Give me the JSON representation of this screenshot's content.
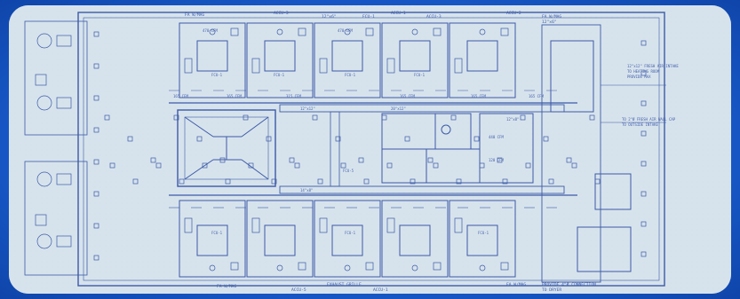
{
  "colors": {
    "background": "#1a5fc9",
    "paper": "#d7e3ec",
    "ink": "#3c5aa8",
    "ink_dark": "#2d3f86"
  },
  "labels": {
    "top": [
      "FA W/MAG",
      "ACCU-3",
      "12\"x6\"",
      "FCU-1",
      "ACCU-1",
      "ACCU-2",
      "FA W/MAG",
      "12\"x6\"",
      "ACCU-3"
    ],
    "cfm": [
      "165 CFM",
      "165 CFM",
      "315 CFM",
      "165 CFM",
      "165 CFM",
      "165 CFM",
      "470 CFM",
      "470 CFM",
      "440 CFM",
      "120 CFM"
    ],
    "fcu": [
      "FCU-1",
      "FCU-1",
      "FCU-1",
      "FCU-1",
      "FCU-5",
      "FCU-1",
      "FCU-1",
      "FCU-1"
    ],
    "right_notes": [
      "12\"x12\" FRESH AIR INTAKE",
      "TO HEATING ROOM",
      "PROVIDE MAX",
      "TO 2\"Ø FRESH AIR WALL CAP",
      "TO OUTSIDE INTAKE"
    ],
    "bottom": [
      "FA W/MAG",
      "ACCU-5",
      "EXHAUST GRILLE",
      "ACCU-1",
      "FA W/MAG",
      "PROVIDE 4\"Ø CONNECTION",
      "TO DRYER"
    ],
    "duct": [
      "12\"x12\"",
      "20\"x12\"",
      "12\"x8\"",
      "14\"x8\""
    ]
  }
}
